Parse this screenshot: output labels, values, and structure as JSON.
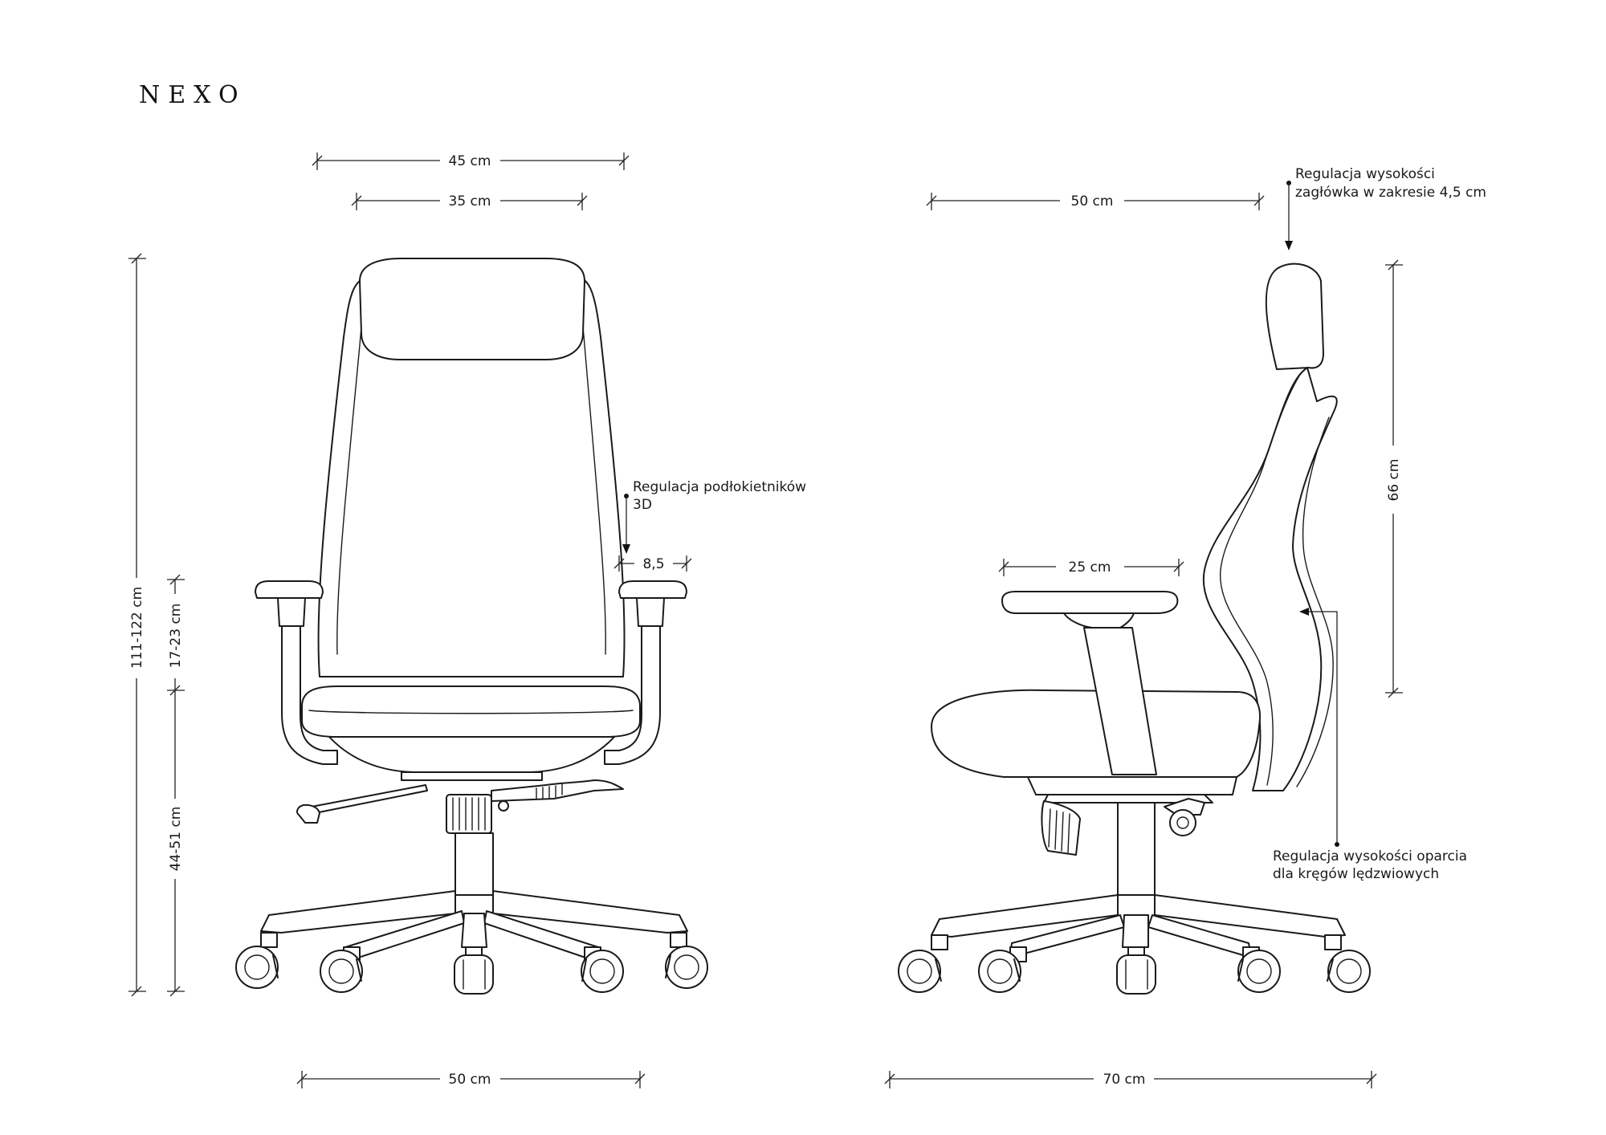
{
  "brand": "NEXO",
  "front_view": {
    "width_outer": "45 cm",
    "width_inner": "35 cm",
    "total_height": "111-122 cm",
    "armrest_height": "17-23 cm",
    "seat_height": "44-51 cm",
    "armrest_offset": "8,5",
    "base_width": "50 cm",
    "armrest_note_line1": "Regulacja podłokietników",
    "armrest_note_line2": "3D"
  },
  "side_view": {
    "depth_top": "50 cm",
    "armrest_length": "25 cm",
    "backrest_height": "66 cm",
    "base_depth": "70 cm",
    "headrest_note_line1": "Regulacja wysokości",
    "headrest_note_line2": "zagłówka w zakresie 4,5 cm",
    "lumbar_note_line1": "Regulacja wysokości oparcia",
    "lumbar_note_line2": "dla kręgów lędzwiowych"
  },
  "colors": {
    "line": "#1a1a1a",
    "background": "#ffffff"
  }
}
